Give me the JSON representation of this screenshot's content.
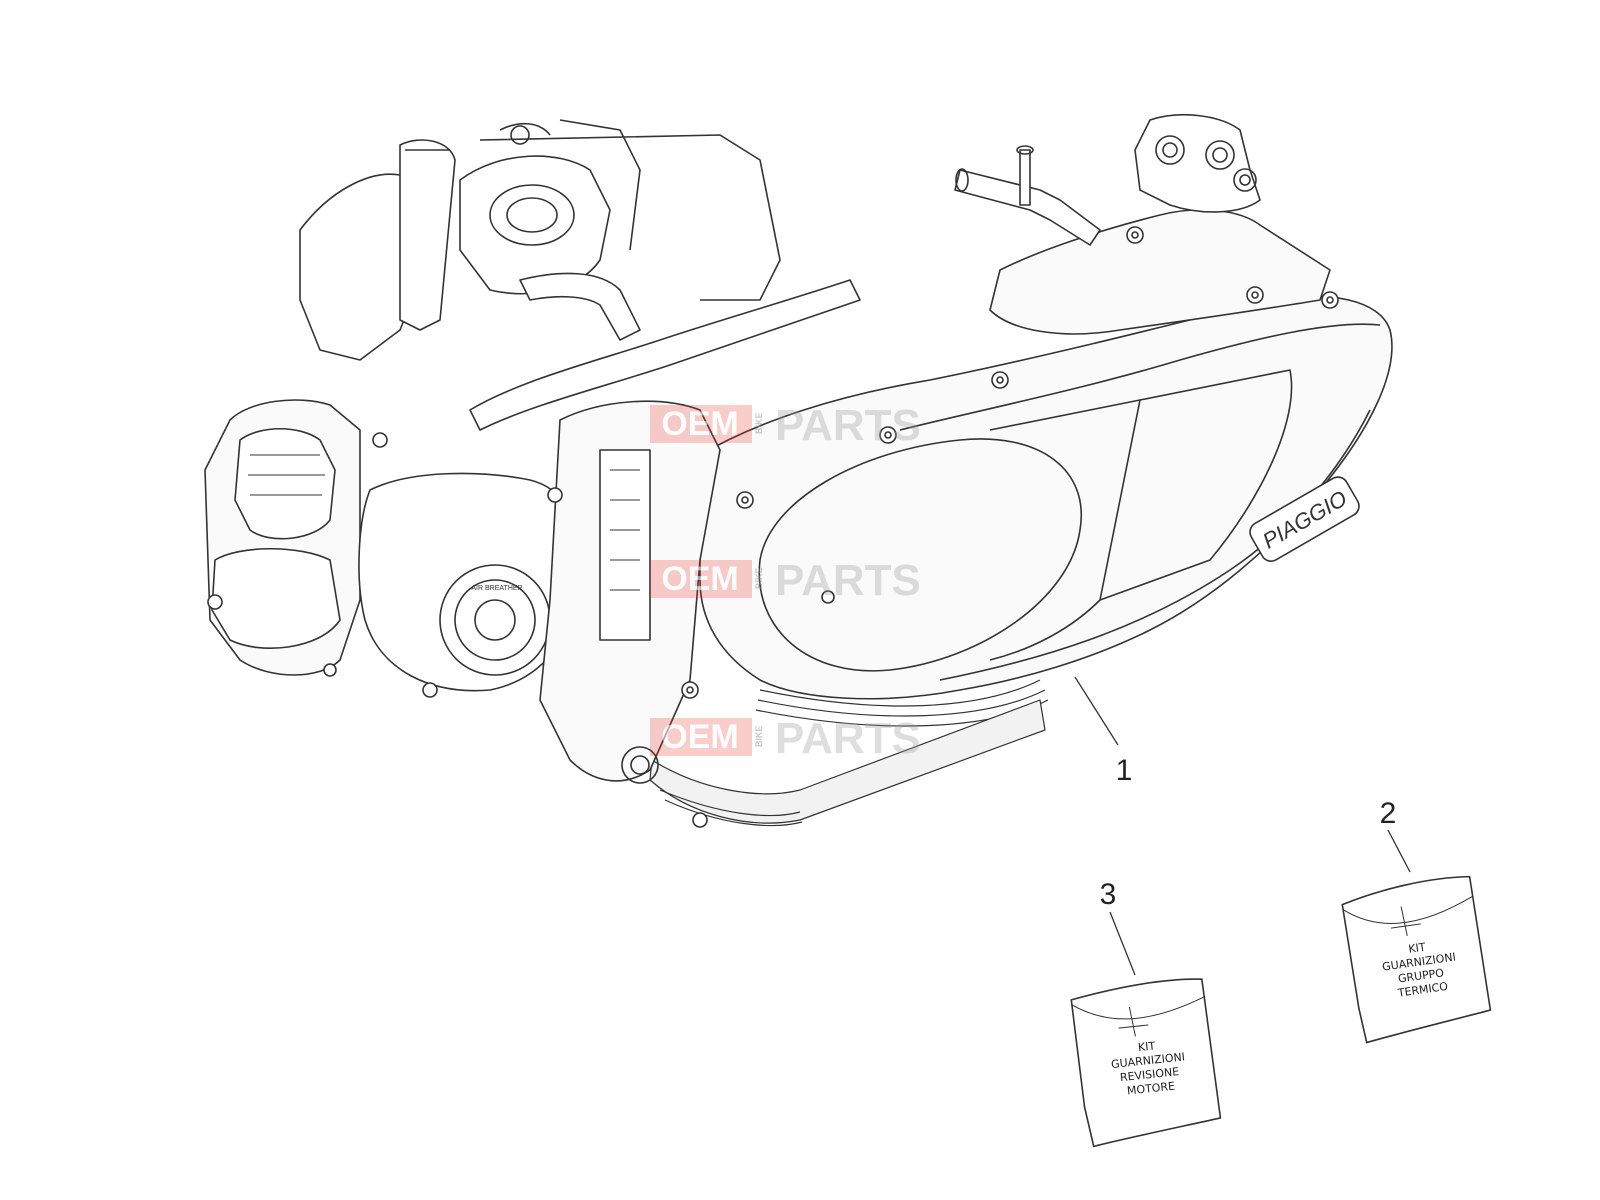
{
  "brand_badge": "PIAGGIO",
  "decal_text": "AIR BREATHER",
  "watermark": {
    "oem": "OEM",
    "bike": "BIKE",
    "parts": "PARTS",
    "color_oem": "#e8302a",
    "color_parts": "#9a9a9a"
  },
  "callouts": [
    {
      "number": "1",
      "part": "engine-assembly"
    },
    {
      "number": "2",
      "part": "thermal-group-gasket-kit"
    },
    {
      "number": "3",
      "part": "engine-overhaul-gasket-kit"
    }
  ],
  "kits": {
    "kit2": {
      "lines": [
        "KIT",
        "GUARNIZIONI",
        "GRUPPO",
        "TERMICO"
      ]
    },
    "kit3": {
      "lines": [
        "KIT",
        "GUARNIZIONI",
        "REVISIONE",
        "MOTORE"
      ]
    }
  }
}
